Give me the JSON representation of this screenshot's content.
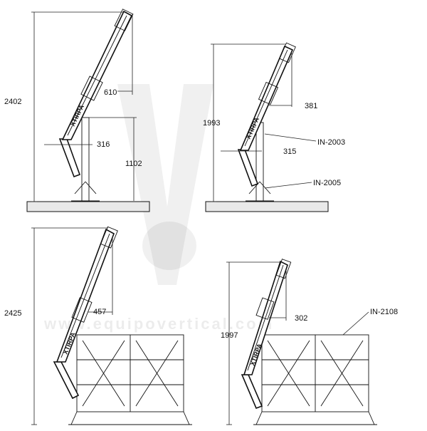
{
  "diagrams": [
    {
      "id": "top-left",
      "dims": {
        "height": "2402",
        "reach": "610",
        "base_height": "1102",
        "offset": "316"
      },
      "callouts": []
    },
    {
      "id": "top-right",
      "dims": {
        "height": "1993",
        "reach": "381",
        "offset": "315"
      },
      "callouts": [
        "IN-2003",
        "IN-2005"
      ]
    },
    {
      "id": "bottom-left",
      "dims": {
        "height": "2425",
        "reach": "457"
      },
      "callouts": []
    },
    {
      "id": "bottom-right",
      "dims": {
        "height": "1997",
        "reach": "302"
      },
      "callouts": [
        "IN-2108"
      ]
    }
  ],
  "mast_logo": "XTIRPA",
  "watermark": {
    "text": "www.equipovertical.com",
    "icon": "ve-logo"
  }
}
